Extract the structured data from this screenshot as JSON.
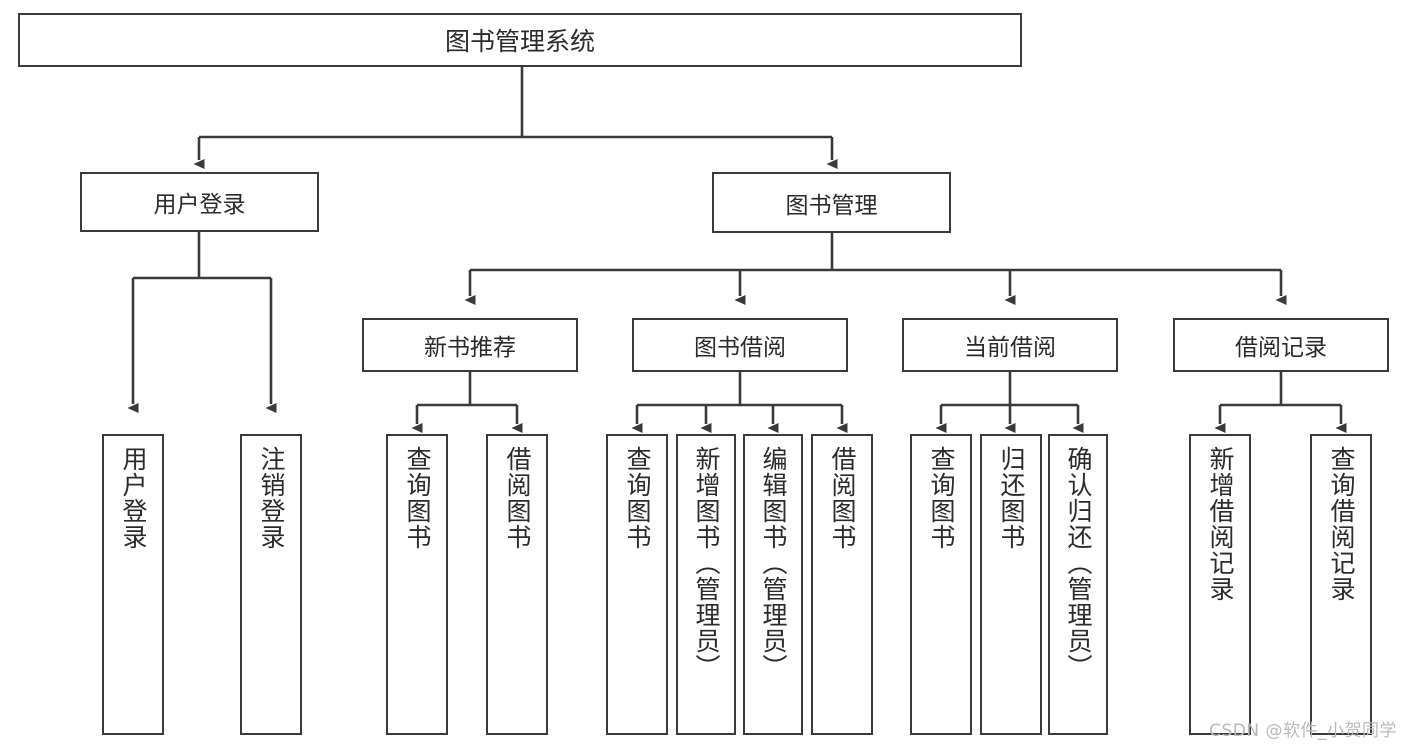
{
  "diagram": {
    "title": "图书管理系统",
    "watermark": "CSDN @软件_小贺同学",
    "colors": {
      "box_stroke": "#3a3a3a",
      "box_fill": "#ffffff",
      "line": "#3a3a3a",
      "text": "#2b2b2b",
      "watermark": "#b9b9b9"
    },
    "root": {
      "label": "图书管理系统"
    },
    "level2": [
      {
        "label": "用户登录"
      },
      {
        "label": "图书管理"
      }
    ],
    "level3": [
      {
        "label": "新书推荐"
      },
      {
        "label": "图书借阅"
      },
      {
        "label": "当前借阅"
      },
      {
        "label": "借阅记录"
      }
    ],
    "leaves": {
      "user_login": [
        {
          "label": "用户登录"
        },
        {
          "label": "注销登录"
        }
      ],
      "new_book": [
        {
          "label": "查询图书"
        },
        {
          "label": "借阅图书"
        }
      ],
      "borrow_book": [
        {
          "label": "查询图书"
        },
        {
          "label": "新增图书（管理员）"
        },
        {
          "label": "编辑图书（管理员）"
        },
        {
          "label": "借阅图书"
        }
      ],
      "current_borrow": [
        {
          "label": "查询图书"
        },
        {
          "label": "归还图书"
        },
        {
          "label": "确认归还（管理员）"
        }
      ],
      "borrow_record": [
        {
          "label": "新增借阅记录"
        },
        {
          "label": "查询借阅记录"
        }
      ]
    }
  }
}
